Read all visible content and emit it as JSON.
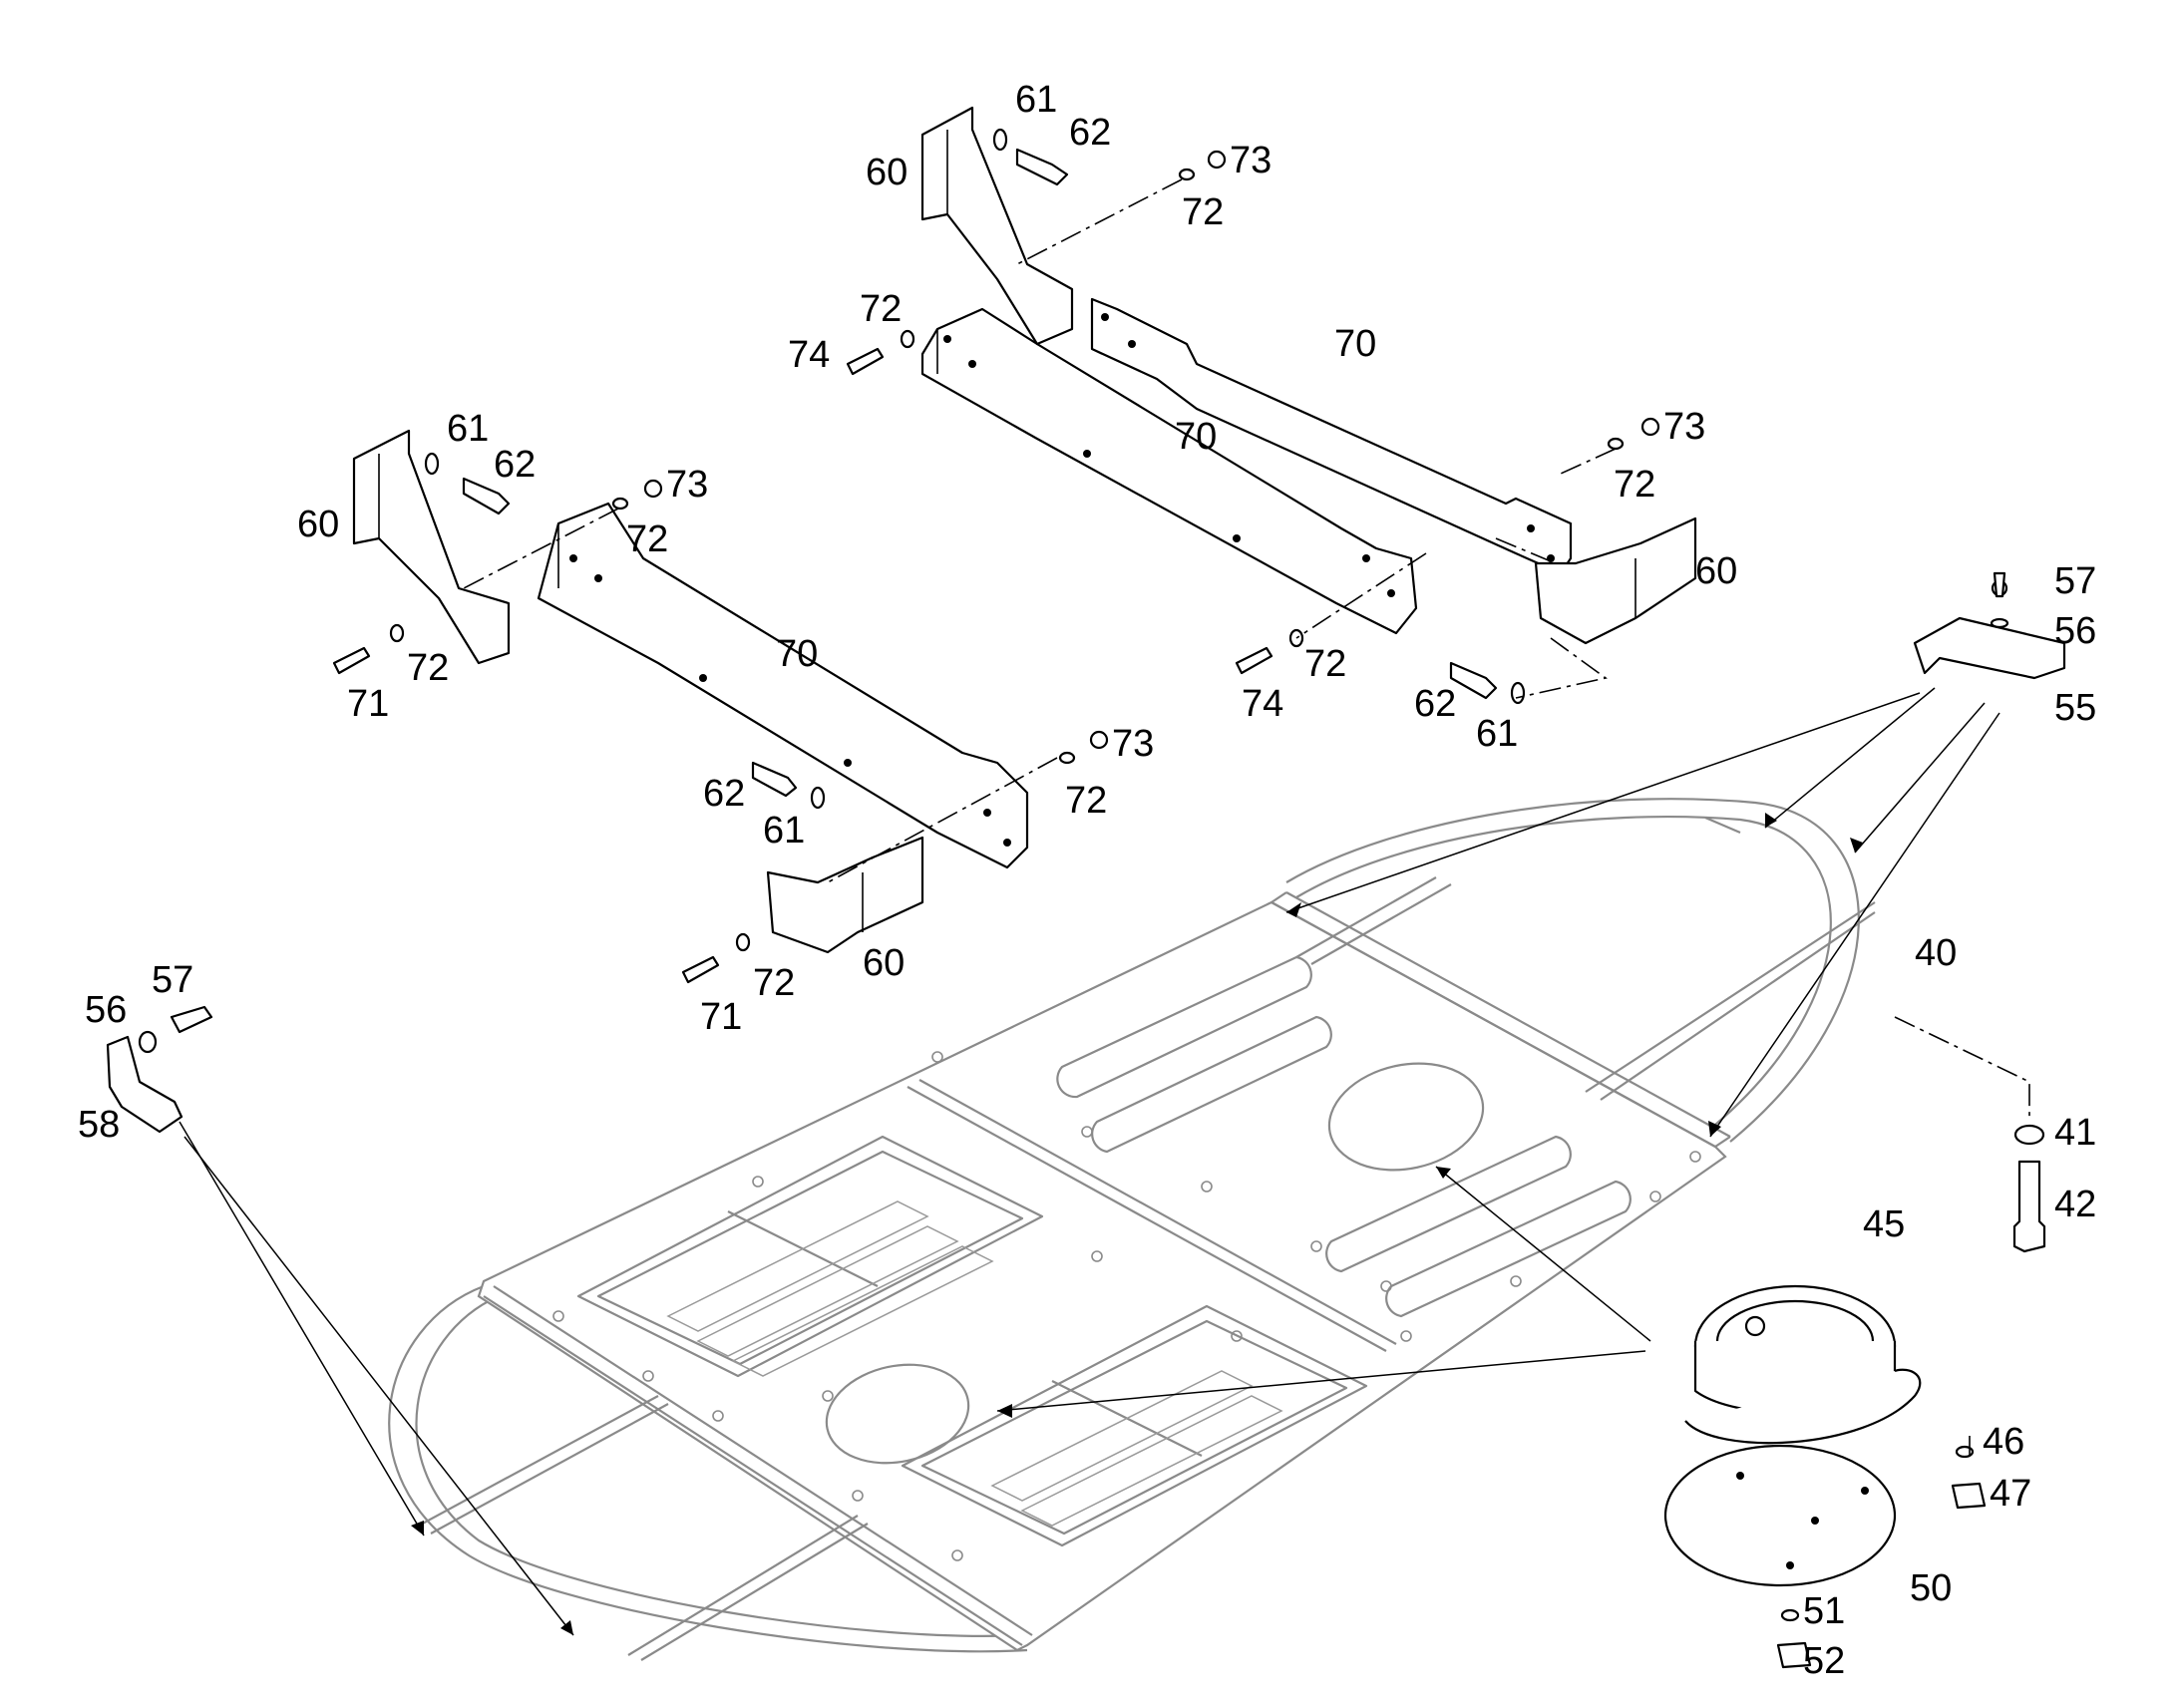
{
  "diagram": {
    "callouts": [
      "61",
      "62",
      "60",
      "73",
      "72",
      "72",
      "74",
      "70",
      "61",
      "62",
      "60",
      "73",
      "72",
      "71",
      "72",
      "70",
      "73",
      "72",
      "70",
      "60",
      "74",
      "72",
      "62",
      "61",
      "73",
      "72",
      "62",
      "61",
      "60",
      "71",
      "72",
      "57",
      "56",
      "55",
      "40",
      "41",
      "42",
      "56",
      "57",
      "58",
      "45",
      "46",
      "47",
      "50",
      "51",
      "52"
    ]
  }
}
